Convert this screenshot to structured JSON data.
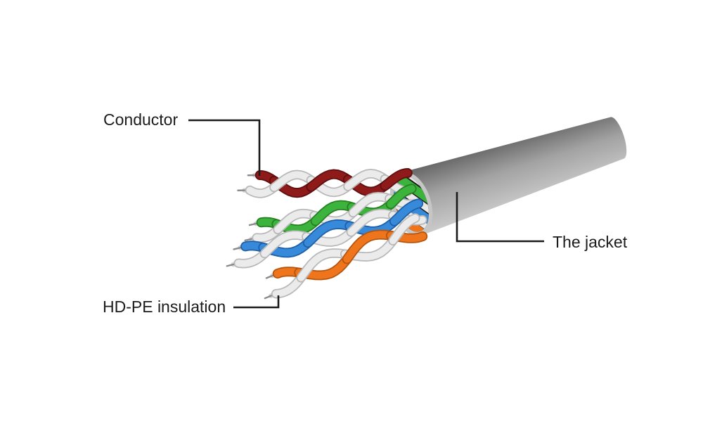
{
  "figure": {
    "type": "cable-cutaway-diagram",
    "subject": "UTP network cable cutaway",
    "labels": {
      "conductor": "Conductor",
      "insulation": "HD-PE insulation",
      "jacket": "The jacket"
    },
    "wire_pairs": [
      {
        "name": "pair-dark-red-white",
        "color": "#8e1a1a"
      },
      {
        "name": "pair-green-white",
        "color": "#3cb33c"
      },
      {
        "name": "pair-blue-white",
        "color": "#3789d9"
      },
      {
        "name": "pair-orange-white",
        "color": "#ee751c"
      }
    ],
    "colors": {
      "jacket_dark": "#616161",
      "jacket_mid": "#a2a2a2",
      "jacket_light": "#cdcdcd",
      "jacket_rim": "#c6c6c6",
      "jacket_interior": "#1f1f1f",
      "dark_red": "#8e1a1a",
      "dark_red_edge": "#5e0e0e",
      "green": "#3cb33c",
      "green_edge": "#27801f",
      "blue": "#3789d9",
      "blue_edge": "#1f5fa8",
      "orange": "#ee751c",
      "orange_edge": "#b5540e",
      "white_wire": "#ebebeb",
      "white_wire_edge": "#b8b8b8",
      "tip_cone": "#d6d6d6",
      "tip_pin": "#8a8a8a",
      "leader_line": "#1a1a1a"
    }
  }
}
